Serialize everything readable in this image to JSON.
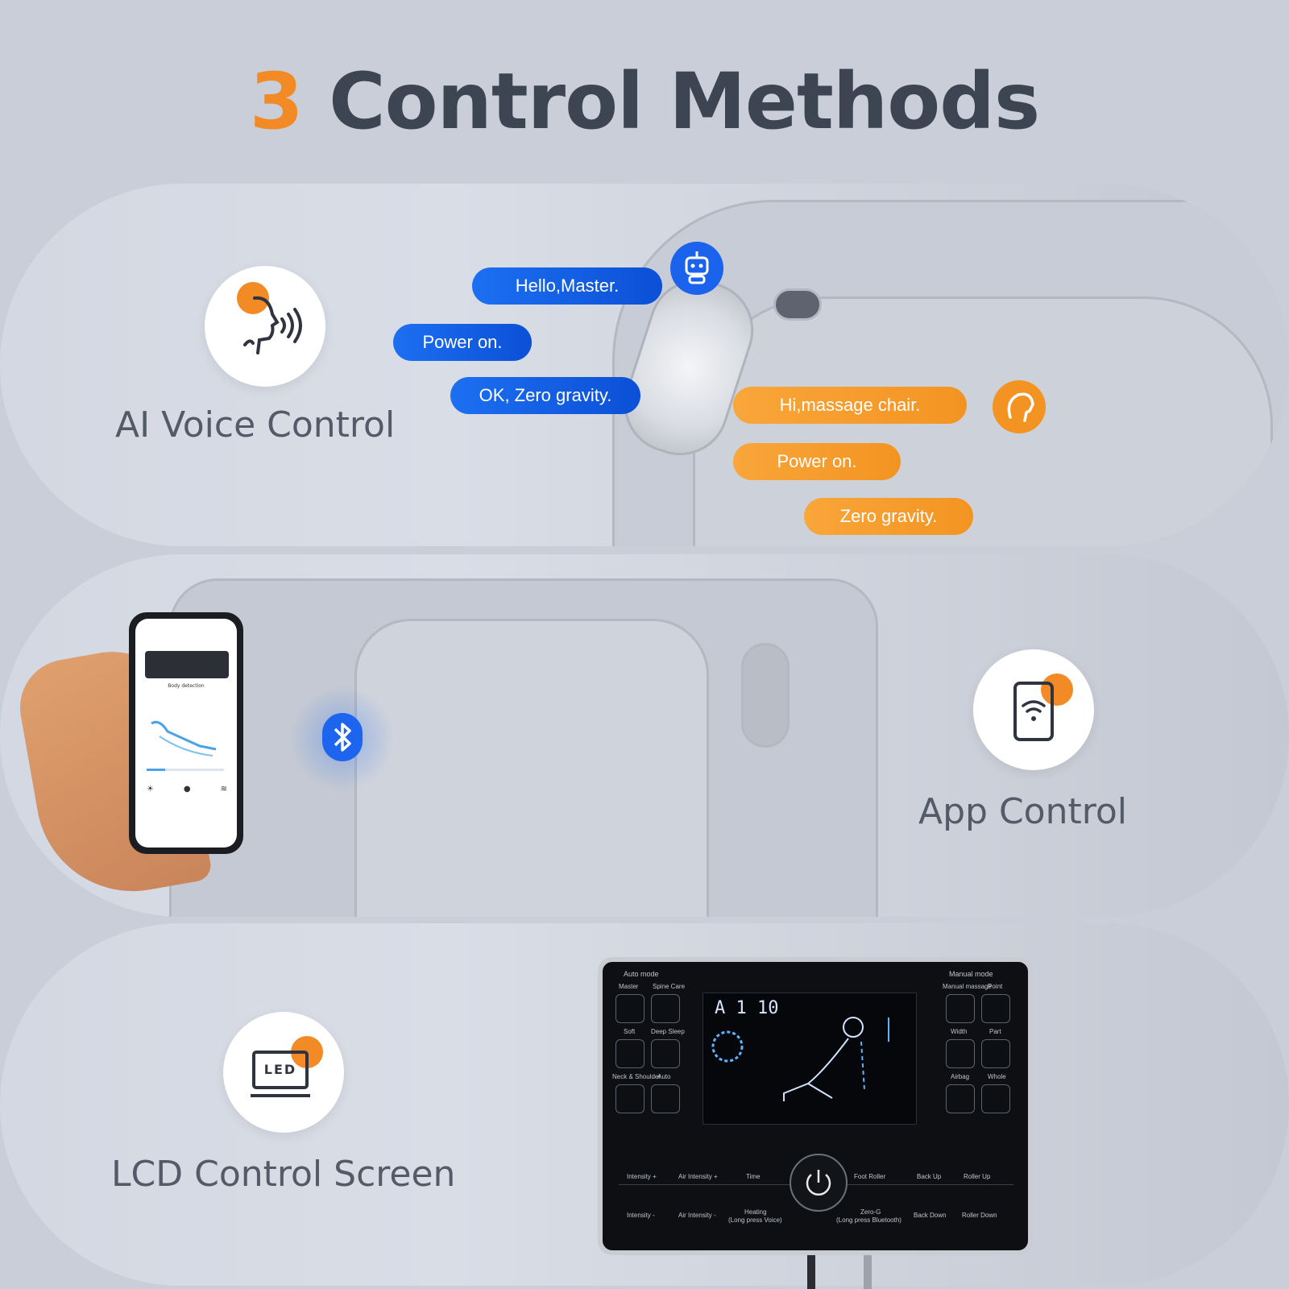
{
  "title": {
    "number": "3",
    "text": " Control Methods"
  },
  "voice": {
    "label": "AI Voice Control",
    "icon": "voice-speaking-icon",
    "chair_bubbles": [
      "Hello,Master.",
      "Power on.",
      "OK, Zero gravity."
    ],
    "user_bubbles": [
      "Hi,massage chair.",
      "Power on.",
      "Zero gravity."
    ]
  },
  "app": {
    "label": "App Control",
    "icon": "phone-wifi-icon",
    "phone_screen_title": "Body detection"
  },
  "lcd": {
    "label": "LCD Control Screen",
    "icon_text": "LED",
    "screen_readout": "A 1 10",
    "auto_mode": "Auto mode",
    "manual_mode": "Manual mode",
    "left_buttons": [
      "Master",
      "Spine Care",
      "Soft",
      "Deep Sleep",
      "Neck & Shoulder",
      "Auto"
    ],
    "right_buttons": [
      "Manual massage",
      "Point",
      "Width",
      "Part",
      "Airbag",
      "Whole"
    ],
    "bottom_top": [
      "Intensity +",
      "Air Intensity +",
      "Time",
      "Foot Roller",
      "Back Up",
      "Roller Up"
    ],
    "bottom_bottom": [
      "Intensity -",
      "Air Intensity -",
      "Heating",
      "Zero-G",
      "Back Down",
      "Roller Down"
    ],
    "heating_note": "(Long press Voice)",
    "zerog_note": "(Long press Bluetooth)"
  },
  "colors": {
    "accent": "#f28a25",
    "blue": "#1b63ec",
    "text": "#3d4452"
  }
}
